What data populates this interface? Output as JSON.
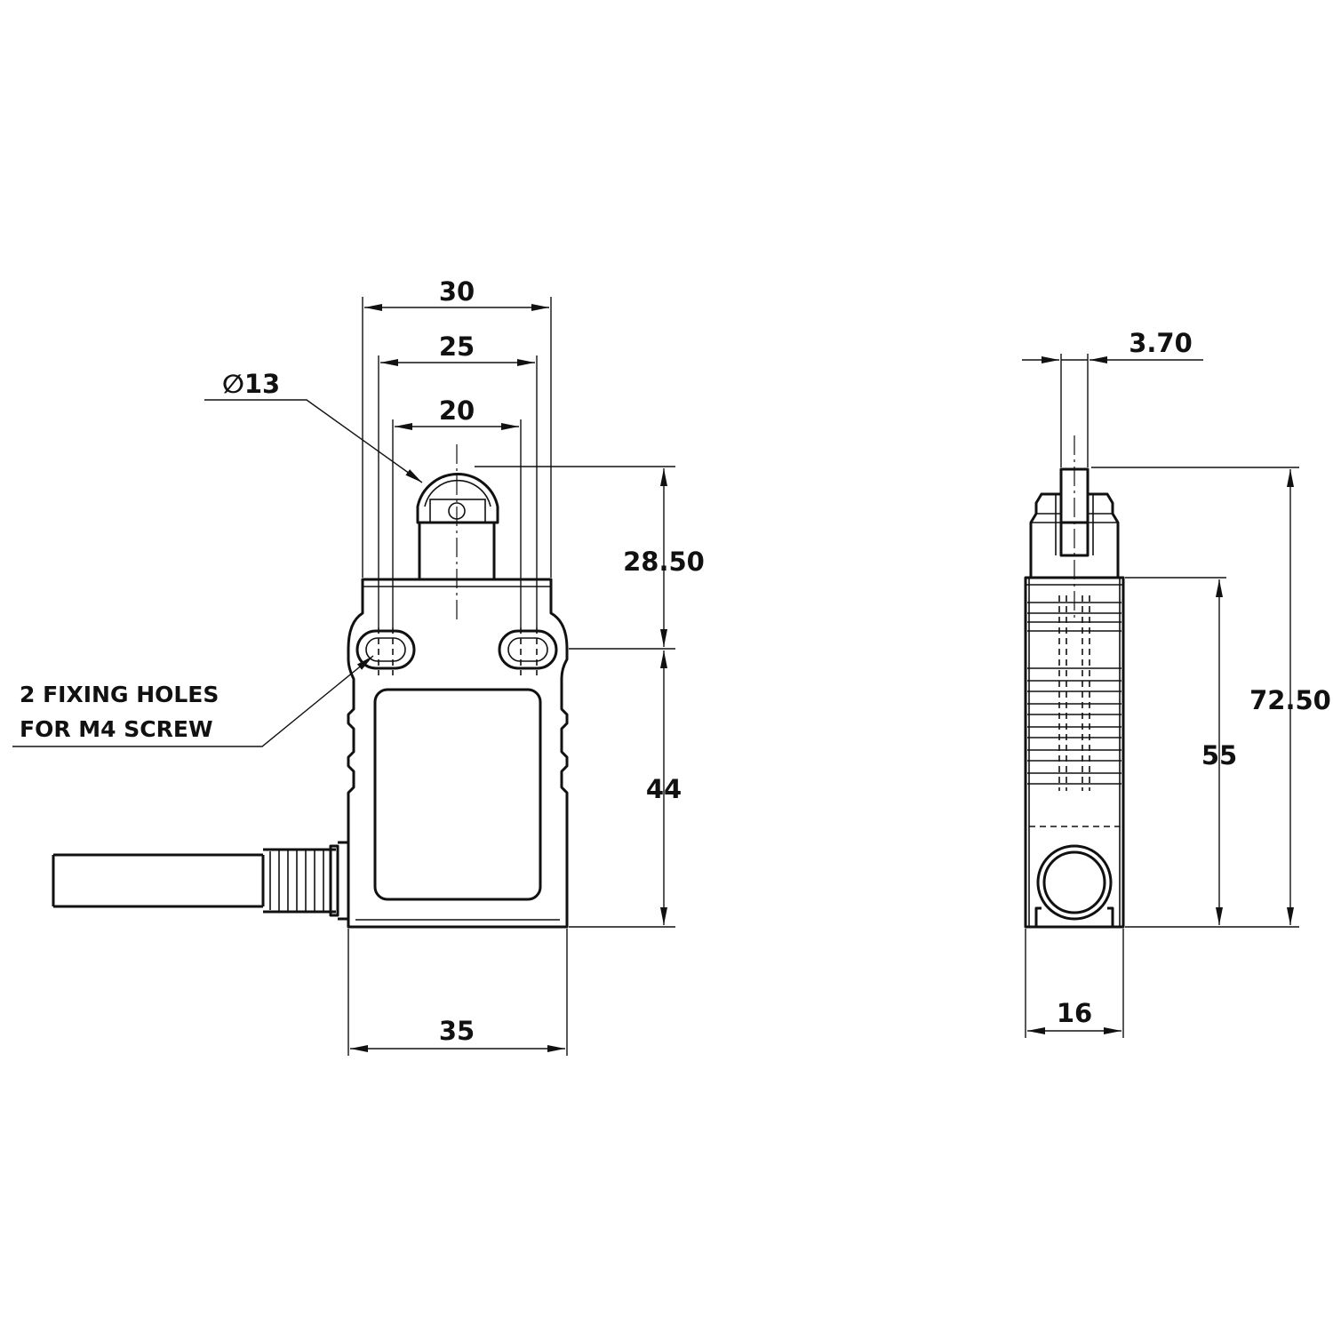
{
  "drawing": {
    "front_view": {
      "width_overall": "30",
      "width_mid": "25",
      "width_inner": "20",
      "roller_diameter_symbol": "∅",
      "roller_diameter": "13",
      "plunger_height": "28.50",
      "body_height": "44",
      "base_width": "35",
      "note_line1": "2 FIXING HOLES",
      "note_line2": "FOR M4 SCREW"
    },
    "side_view": {
      "roller_width": "3.70",
      "body_height": "55",
      "overall_height": "72.50",
      "body_width": "16"
    }
  }
}
